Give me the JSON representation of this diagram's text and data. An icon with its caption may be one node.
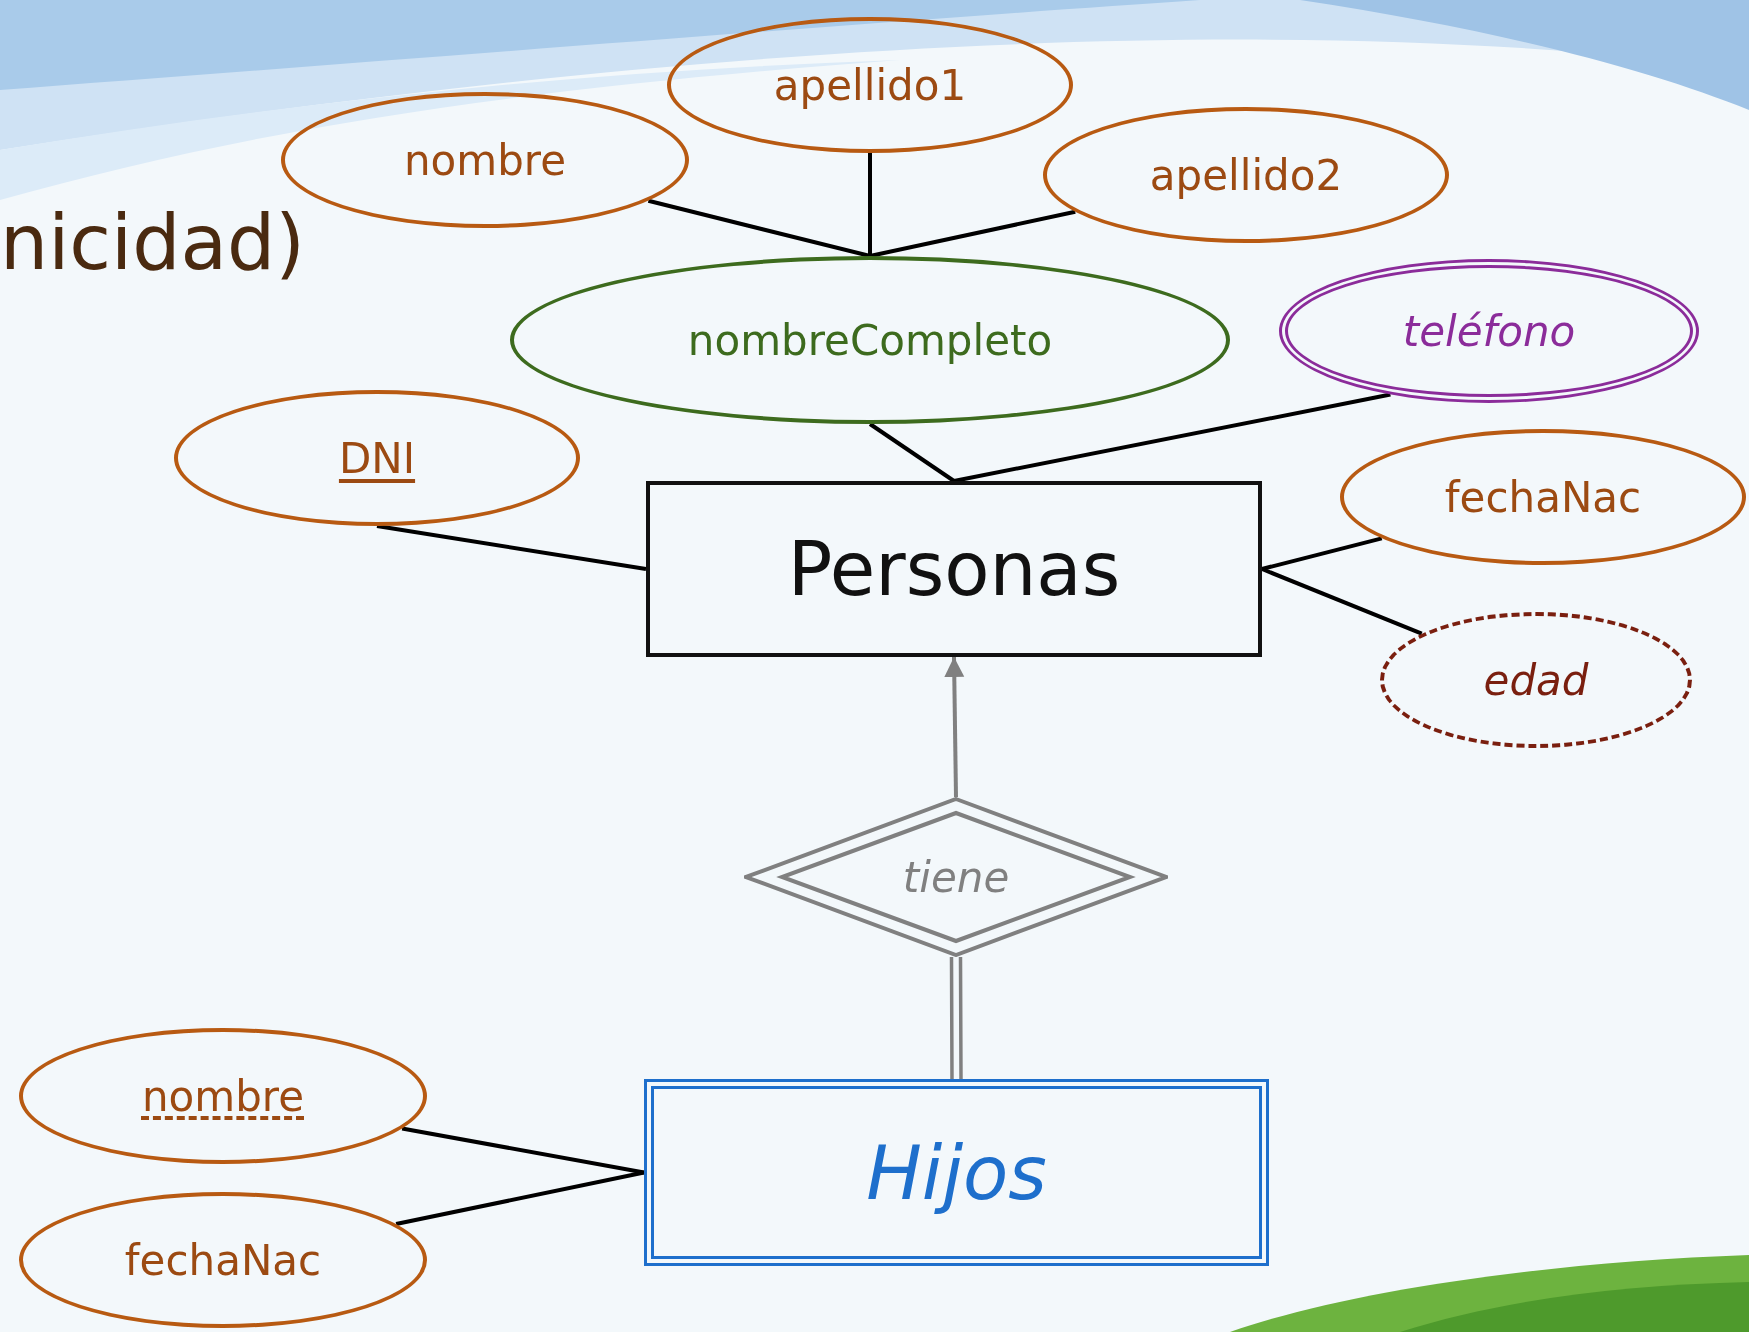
{
  "diagram": {
    "nodes": [
      {
        "text": [
          "nombre"
        ]
      },
      {
        "text": [
          "apellido1"
        ]
      },
      {
        "text": [
          "apellido2"
        ]
      },
      {
        "text": [
          "nombreCompleto"
        ]
      },
      {
        "text": [
          "teléfono"
        ]
      },
      {
        "text": [
          "DNI"
        ]
      },
      {
        "text": [
          "Personas"
        ]
      },
      {
        "text": [
          "fechaNac"
        ]
      },
      {
        "text": [
          "edad"
        ]
      },
      {
        "text": [
          "tiene"
        ]
      },
      {
        "text": [
          "nombre"
        ]
      },
      {
        "text": [
          "fechaNac"
        ]
      },
      {
        "text": [
          "Hijos"
        ]
      }
    ],
    "edges": [
      {
        "from": 0,
        "to": 3,
        "arrow": "none"
      },
      {
        "from": 1,
        "to": 3,
        "arrow": "none"
      },
      {
        "from": 2,
        "to": 3,
        "arrow": "none"
      },
      {
        "from": 3,
        "to": 6,
        "arrow": "none"
      },
      {
        "from": 4,
        "to": 6,
        "arrow": "none"
      },
      {
        "from": 5,
        "to": 6,
        "arrow": "none"
      },
      {
        "from": 7,
        "to": 6,
        "arrow": "none"
      },
      {
        "from": 8,
        "to": 6,
        "arrow": "none"
      },
      {
        "from": 9,
        "to": 6,
        "arrow": "to",
        "color": "#808080"
      },
      {
        "from": 12,
        "to": 9,
        "arrow": "none",
        "color": "#808080"
      },
      {
        "from": 10,
        "to": 12,
        "arrow": "none"
      },
      {
        "from": 11,
        "to": 12,
        "arrow": "none"
      }
    ],
    "labels": [
      "nicidad)"
    ]
  }
}
